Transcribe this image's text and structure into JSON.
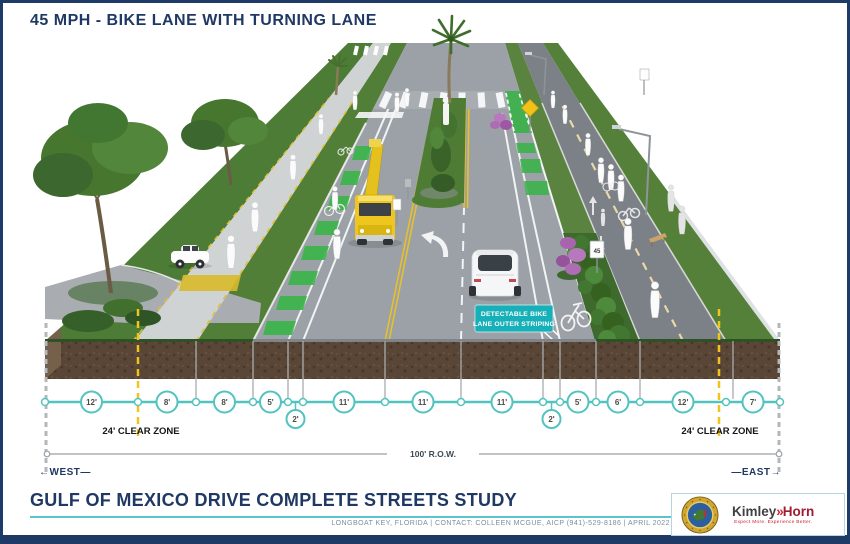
{
  "title": "45 MPH - BIKE LANE WITH TURNING LANE",
  "scene": {
    "callout": {
      "line1": "DETECTABLE BIKE",
      "line2": "LANE OUTER STRIPING"
    },
    "speed_limit_sign": "45"
  },
  "dimension_strip": {
    "segments": [
      {
        "label": "12'"
      },
      {
        "label": "8'"
      },
      {
        "label": "8'"
      },
      {
        "label": "5'"
      },
      {
        "label": "2'"
      },
      {
        "label": "11'"
      },
      {
        "label": "11'"
      },
      {
        "label": "11'"
      },
      {
        "label": "2'"
      },
      {
        "label": "5'"
      },
      {
        "label": "6'"
      },
      {
        "label": "12'"
      },
      {
        "label": "7'"
      }
    ],
    "clear_zone_left": "24' CLEAR ZONE",
    "clear_zone_right": "24' CLEAR ZONE",
    "row_total": "100' R.O.W.",
    "west": "←WEST—",
    "east": "—EAST→"
  },
  "footer": {
    "title": "GULF OF MEXICO DRIVE COMPLETE STREETS STUDY",
    "subtitle": "LONGBOAT KEY, FLORIDA  |  CONTACT: COLLEEN MCGUE, AICP (941)-529-8186  |  APRIL 2022",
    "kimley_horn": {
      "part1": "Kimley",
      "sep": "»",
      "part2": "Horn",
      "tagline": "Expect More. Experience Better."
    },
    "seal_alt": "Town of Longboat Key Incorporated seal"
  },
  "colors": {
    "navy": "#1f3864",
    "dimension_teal": "#53c3bf",
    "callout_teal": "#17b0b8",
    "clear_zone_yellow": "#f1c31d",
    "kimley_gray": "#414042",
    "kimley_red": "#cf2030",
    "horn_red": "#9e1b32",
    "footer_rule_teal": "#5bc6c9"
  }
}
